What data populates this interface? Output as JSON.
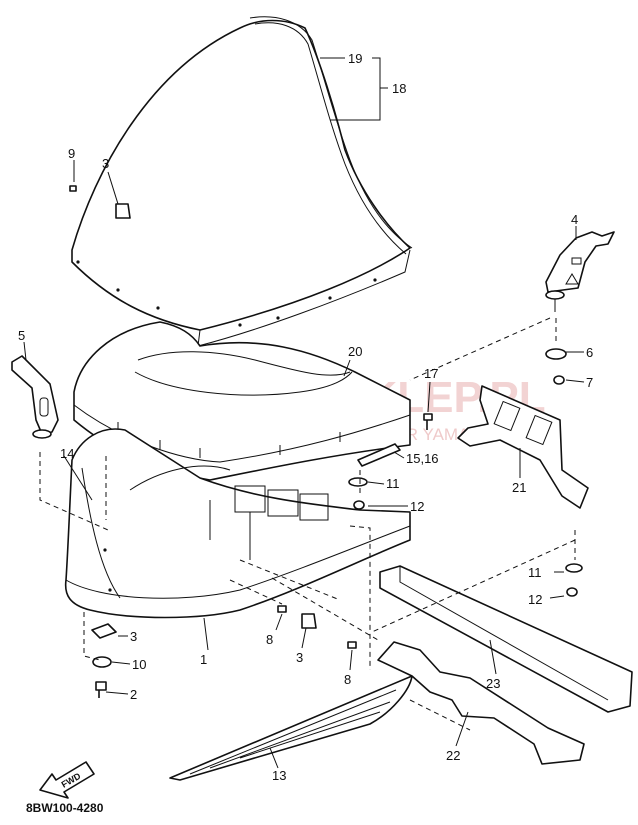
{
  "watermark": {
    "brand": "YAMA-SKLEP.PL",
    "subtitle": "WOJCIECHOWSKI DEALER YAMAHA"
  },
  "arrow_label": "FWD",
  "diagram_code": "8BW100-4280",
  "callouts": [
    {
      "id": "c1",
      "label": "1"
    },
    {
      "id": "c2",
      "label": "2"
    },
    {
      "id": "c3a",
      "label": "3"
    },
    {
      "id": "c3b",
      "label": "3"
    },
    {
      "id": "c3c",
      "label": "3"
    },
    {
      "id": "c4",
      "label": "4"
    },
    {
      "id": "c5",
      "label": "5"
    },
    {
      "id": "c6",
      "label": "6"
    },
    {
      "id": "c7",
      "label": "7"
    },
    {
      "id": "c8a",
      "label": "8"
    },
    {
      "id": "c8b",
      "label": "8"
    },
    {
      "id": "c9",
      "label": "9"
    },
    {
      "id": "c10",
      "label": "10"
    },
    {
      "id": "c11a",
      "label": "11"
    },
    {
      "id": "c11b",
      "label": "11"
    },
    {
      "id": "c12a",
      "label": "12"
    },
    {
      "id": "c12b",
      "label": "12"
    },
    {
      "id": "c13",
      "label": "13"
    },
    {
      "id": "c14",
      "label": "14"
    },
    {
      "id": "c15",
      "label": "15,16"
    },
    {
      "id": "c17",
      "label": "17"
    },
    {
      "id": "c18",
      "label": "18"
    },
    {
      "id": "c19",
      "label": "19"
    },
    {
      "id": "c20",
      "label": "20"
    },
    {
      "id": "c21",
      "label": "21"
    },
    {
      "id": "c22",
      "label": "22"
    },
    {
      "id": "c23",
      "label": "23"
    }
  ]
}
